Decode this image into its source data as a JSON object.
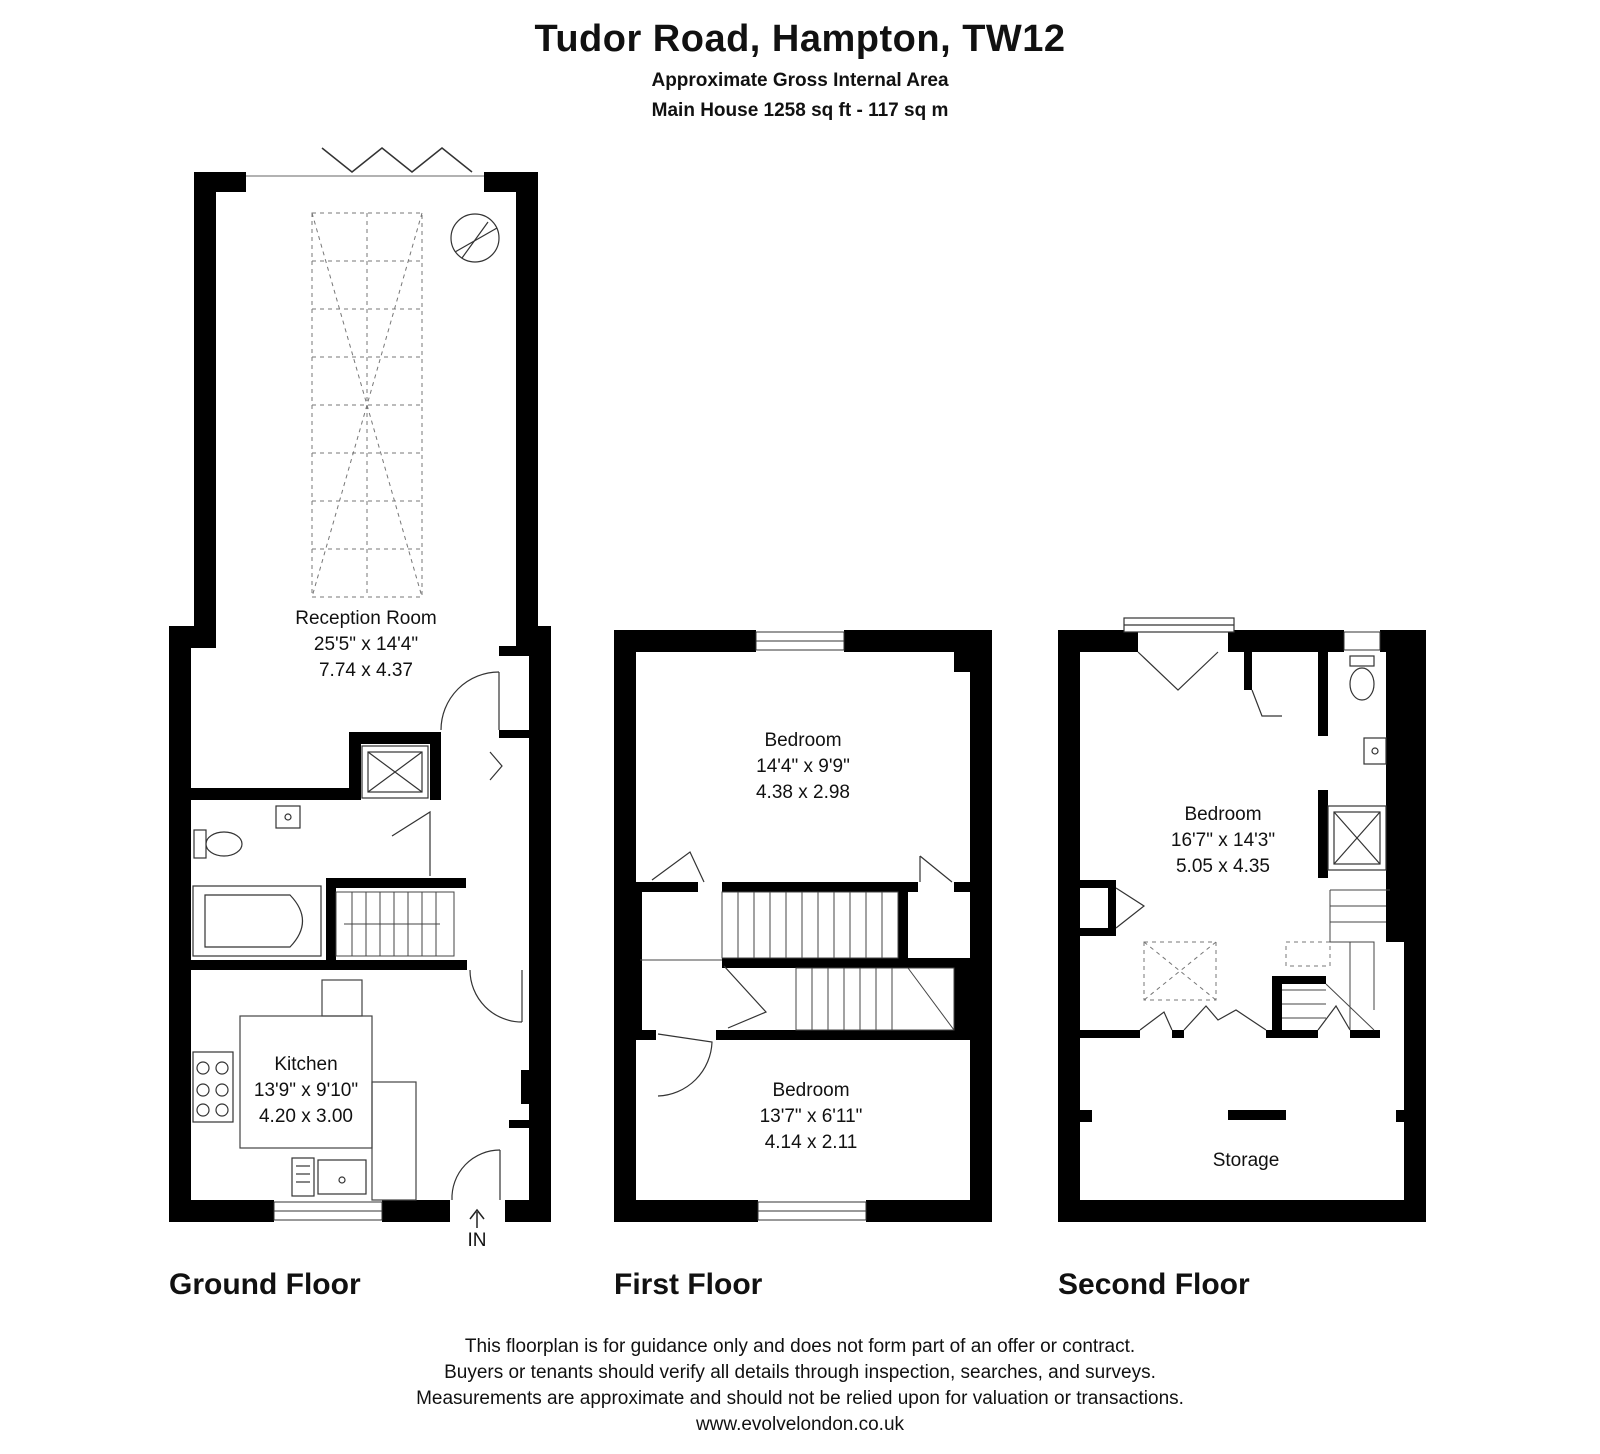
{
  "header": {
    "title": "Tudor Road, Hampton, TW12",
    "subtitle": "Approximate Gross Internal Area",
    "area": "Main House 1258 sq ft - 117 sq m"
  },
  "floors": {
    "ground": {
      "label": "Ground Floor",
      "entrance": "IN",
      "rooms": {
        "reception": {
          "name": "Reception Room",
          "imperial": "25'5\" x 14'4\"",
          "metric": "7.74 x 4.37"
        },
        "kitchen": {
          "name": "Kitchen",
          "imperial": "13'9\" x 9'10\"",
          "metric": "4.20 x 3.00"
        }
      }
    },
    "first": {
      "label": "First Floor",
      "rooms": {
        "bedroom_rear": {
          "name": "Bedroom",
          "imperial": "14'4\" x 9'9\"",
          "metric": "4.38 x 2.98"
        },
        "bedroom_front": {
          "name": "Bedroom",
          "imperial": "13'7\" x 6'11\"",
          "metric": "4.14 x 2.11"
        }
      }
    },
    "second": {
      "label": "Second Floor",
      "rooms": {
        "bedroom": {
          "name": "Bedroom",
          "imperial": "16'7\" x 14'3\"",
          "metric": "5.05 x 4.35"
        },
        "storage": {
          "name": "Storage"
        }
      }
    }
  },
  "disclaimer": {
    "line1": "This floorplan is for guidance only and does not form part of an offer or contract.",
    "line2": "Buyers or tenants should verify all details through inspection, searches, and surveys.",
    "line3": "Measurements are approximate and should not be relied upon for valuation or transactions.",
    "website": "www.evolvelondon.co.uk"
  },
  "colors": {
    "wall": "#000000",
    "fixture": "#444444",
    "background": "#ffffff"
  }
}
